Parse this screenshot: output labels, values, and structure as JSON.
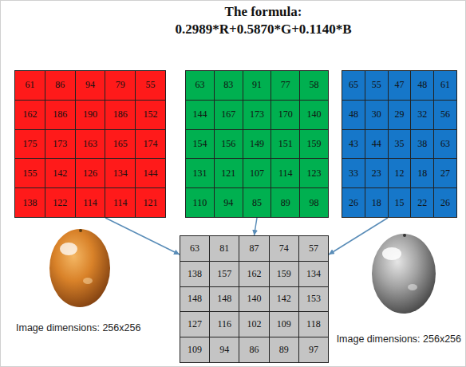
{
  "diagram": {
    "title": "The formula: 0.2989*R+0.5870*G+0.1140*B",
    "nodes": [
      {
        "text": [
          "61",
          "86",
          "94",
          "79",
          "55",
          "162",
          "186",
          "190",
          "186",
          "152",
          "175",
          "173",
          "163",
          "165",
          "174",
          "155",
          "142",
          "126",
          "134",
          "144",
          "138",
          "122",
          "114",
          "114",
          "121"
        ]
      },
      {
        "text": [
          "63",
          "83",
          "91",
          "77",
          "58",
          "144",
          "167",
          "173",
          "170",
          "140",
          "154",
          "156",
          "149",
          "151",
          "159",
          "131",
          "121",
          "107",
          "114",
          "123",
          "110",
          "94",
          "85",
          "89",
          "98"
        ]
      },
      {
        "text": [
          "65",
          "55",
          "47",
          "48",
          "61",
          "48",
          "30",
          "29",
          "32",
          "56",
          "43",
          "44",
          "35",
          "38",
          "63",
          "33",
          "23",
          "12",
          "18",
          "27",
          "26",
          "18",
          "15",
          "22",
          "26"
        ]
      },
      {
        "text": [
          "63",
          "81",
          "87",
          "74",
          "57",
          "138",
          "157",
          "162",
          "159",
          "134",
          "148",
          "148",
          "140",
          "142",
          "153",
          "127",
          "116",
          "102",
          "109",
          "118",
          "109",
          "94",
          "86",
          "89",
          "97"
        ]
      }
    ],
    "edges": [
      {
        "from": 0,
        "to": 3,
        "arrow": "to"
      },
      {
        "from": 1,
        "to": 3,
        "arrow": "to"
      },
      {
        "from": 2,
        "to": 3,
        "arrow": "to"
      }
    ],
    "labels": [
      "Image dimensions: 256x256",
      "Image dimensions: 256x256"
    ]
  }
}
